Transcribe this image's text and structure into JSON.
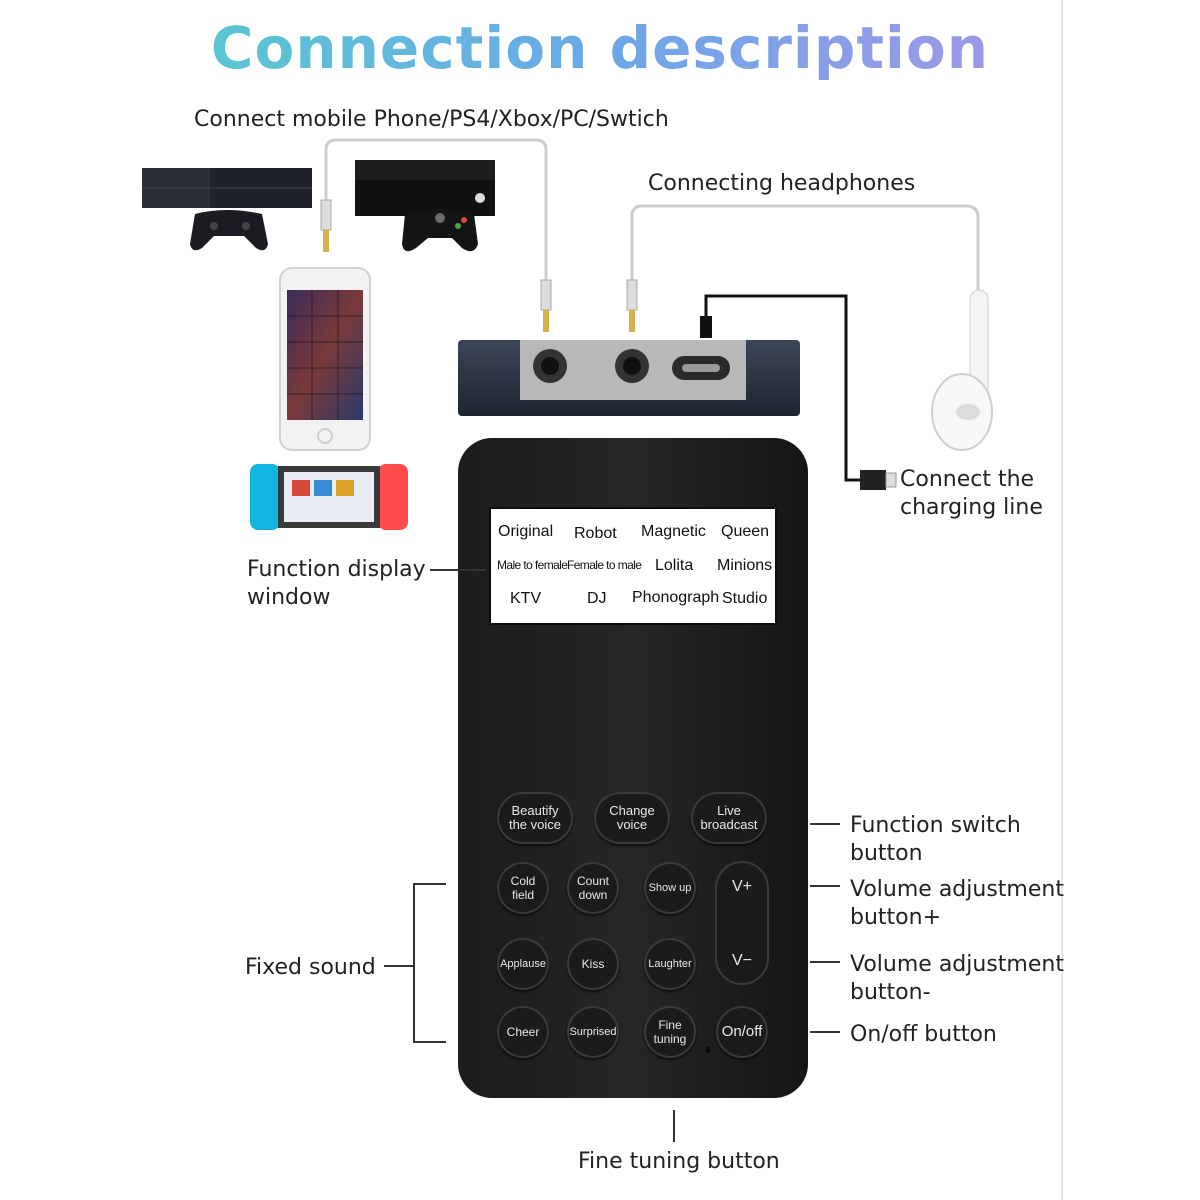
{
  "title": "Connection description",
  "labels": {
    "connect_devices": "Connect mobile Phone/PS4/Xbox/PC/Swtich",
    "headphones": "Connecting headphones",
    "charging_line_1": "Connect the",
    "charging_line_2": "charging line",
    "display_window_1": "Function display",
    "display_window_2": "window",
    "function_switch_1": "Function switch",
    "function_switch_2": "button",
    "volume_plus_1": "Volume adjustment",
    "volume_plus_2": "button+",
    "volume_minus_1": "Volume adjustment",
    "volume_minus_2": "button-",
    "onoff": "On/off button",
    "fixed_sound": "Fixed sound",
    "fine_tuning": "Fine tuning button"
  },
  "display": {
    "row1": [
      "Original",
      "Robot",
      "Magnetic",
      "Queen"
    ],
    "row2": [
      "Male to female",
      "Female to male",
      "Lolita",
      "Minions"
    ],
    "row3": [
      "KTV",
      "DJ",
      "Phonograph",
      "Studio"
    ]
  },
  "buttons": {
    "beautify": [
      "Beautify",
      "the voice"
    ],
    "change": [
      "Change",
      "voice"
    ],
    "live": [
      "Live",
      "broadcast"
    ],
    "cold": [
      "Cold",
      "field"
    ],
    "count": [
      "Count",
      "down"
    ],
    "showup": "Show up",
    "vplus": "V+",
    "vminus": "V−",
    "applause": "Applause",
    "kiss": "Kiss",
    "laughter": "Laughter",
    "cheer": "Cheer",
    "surprised": "Surprised",
    "fine": [
      "Fine",
      "tuning"
    ],
    "onoff": "On/off"
  },
  "colors": {
    "title_start": "#52d6c8",
    "title_end": "#b88fe6",
    "device_body": "#222222",
    "display_bg": "#ffffff"
  }
}
